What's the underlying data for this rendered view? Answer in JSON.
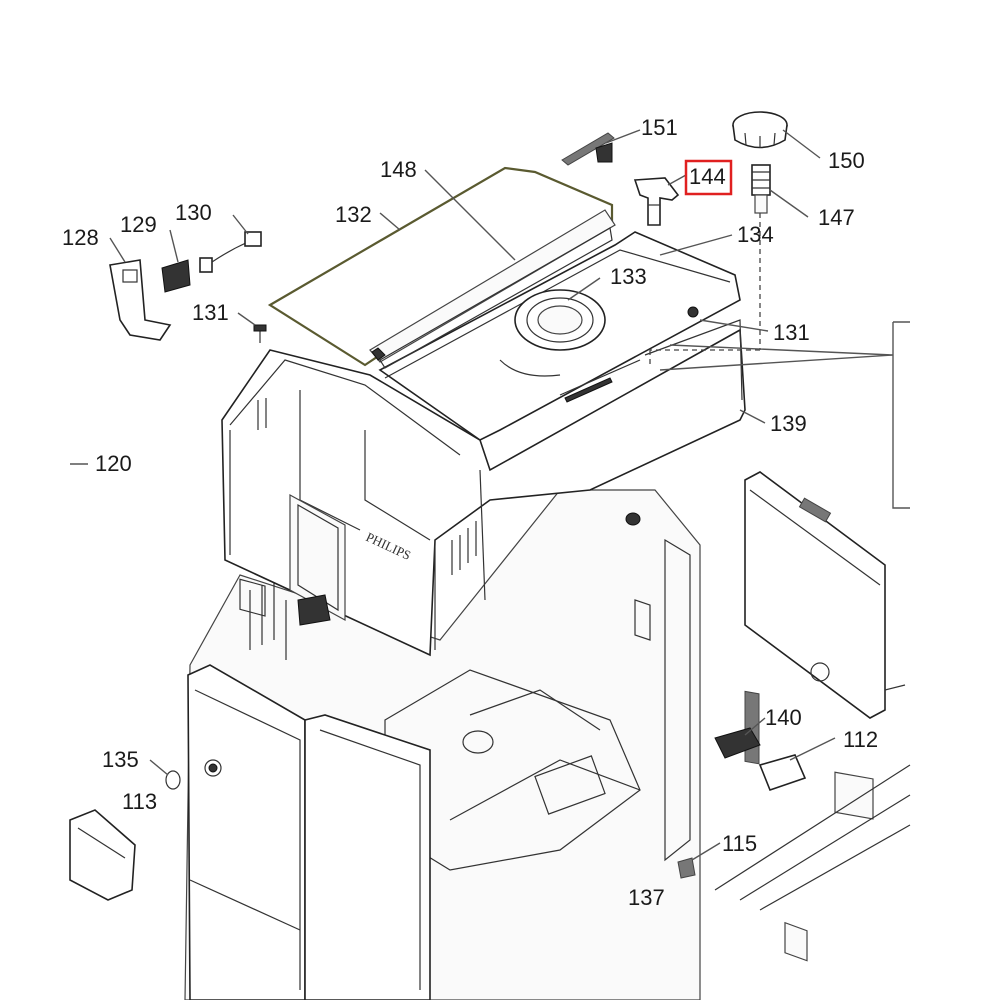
{
  "brand_label": "PHILIPS",
  "highlight_color": "#e02020",
  "parts": [
    {
      "id": "p151",
      "label": "151"
    },
    {
      "id": "p150",
      "label": "150"
    },
    {
      "id": "p148",
      "label": "148"
    },
    {
      "id": "p144",
      "label": "144",
      "highlighted": true
    },
    {
      "id": "p147",
      "label": "147"
    },
    {
      "id": "p132",
      "label": "132"
    },
    {
      "id": "p134",
      "label": "134"
    },
    {
      "id": "p130",
      "label": "130"
    },
    {
      "id": "p129",
      "label": "129"
    },
    {
      "id": "p128",
      "label": "128"
    },
    {
      "id": "p133",
      "label": "133"
    },
    {
      "id": "p131a",
      "label": "131"
    },
    {
      "id": "p131b",
      "label": "131"
    },
    {
      "id": "p139",
      "label": "139"
    },
    {
      "id": "p120",
      "label": "120"
    },
    {
      "id": "p140",
      "label": "140"
    },
    {
      "id": "p112",
      "label": "112"
    },
    {
      "id": "p135",
      "label": "135"
    },
    {
      "id": "p113",
      "label": "113"
    },
    {
      "id": "p115",
      "label": "115"
    },
    {
      "id": "p137",
      "label": "137"
    }
  ]
}
